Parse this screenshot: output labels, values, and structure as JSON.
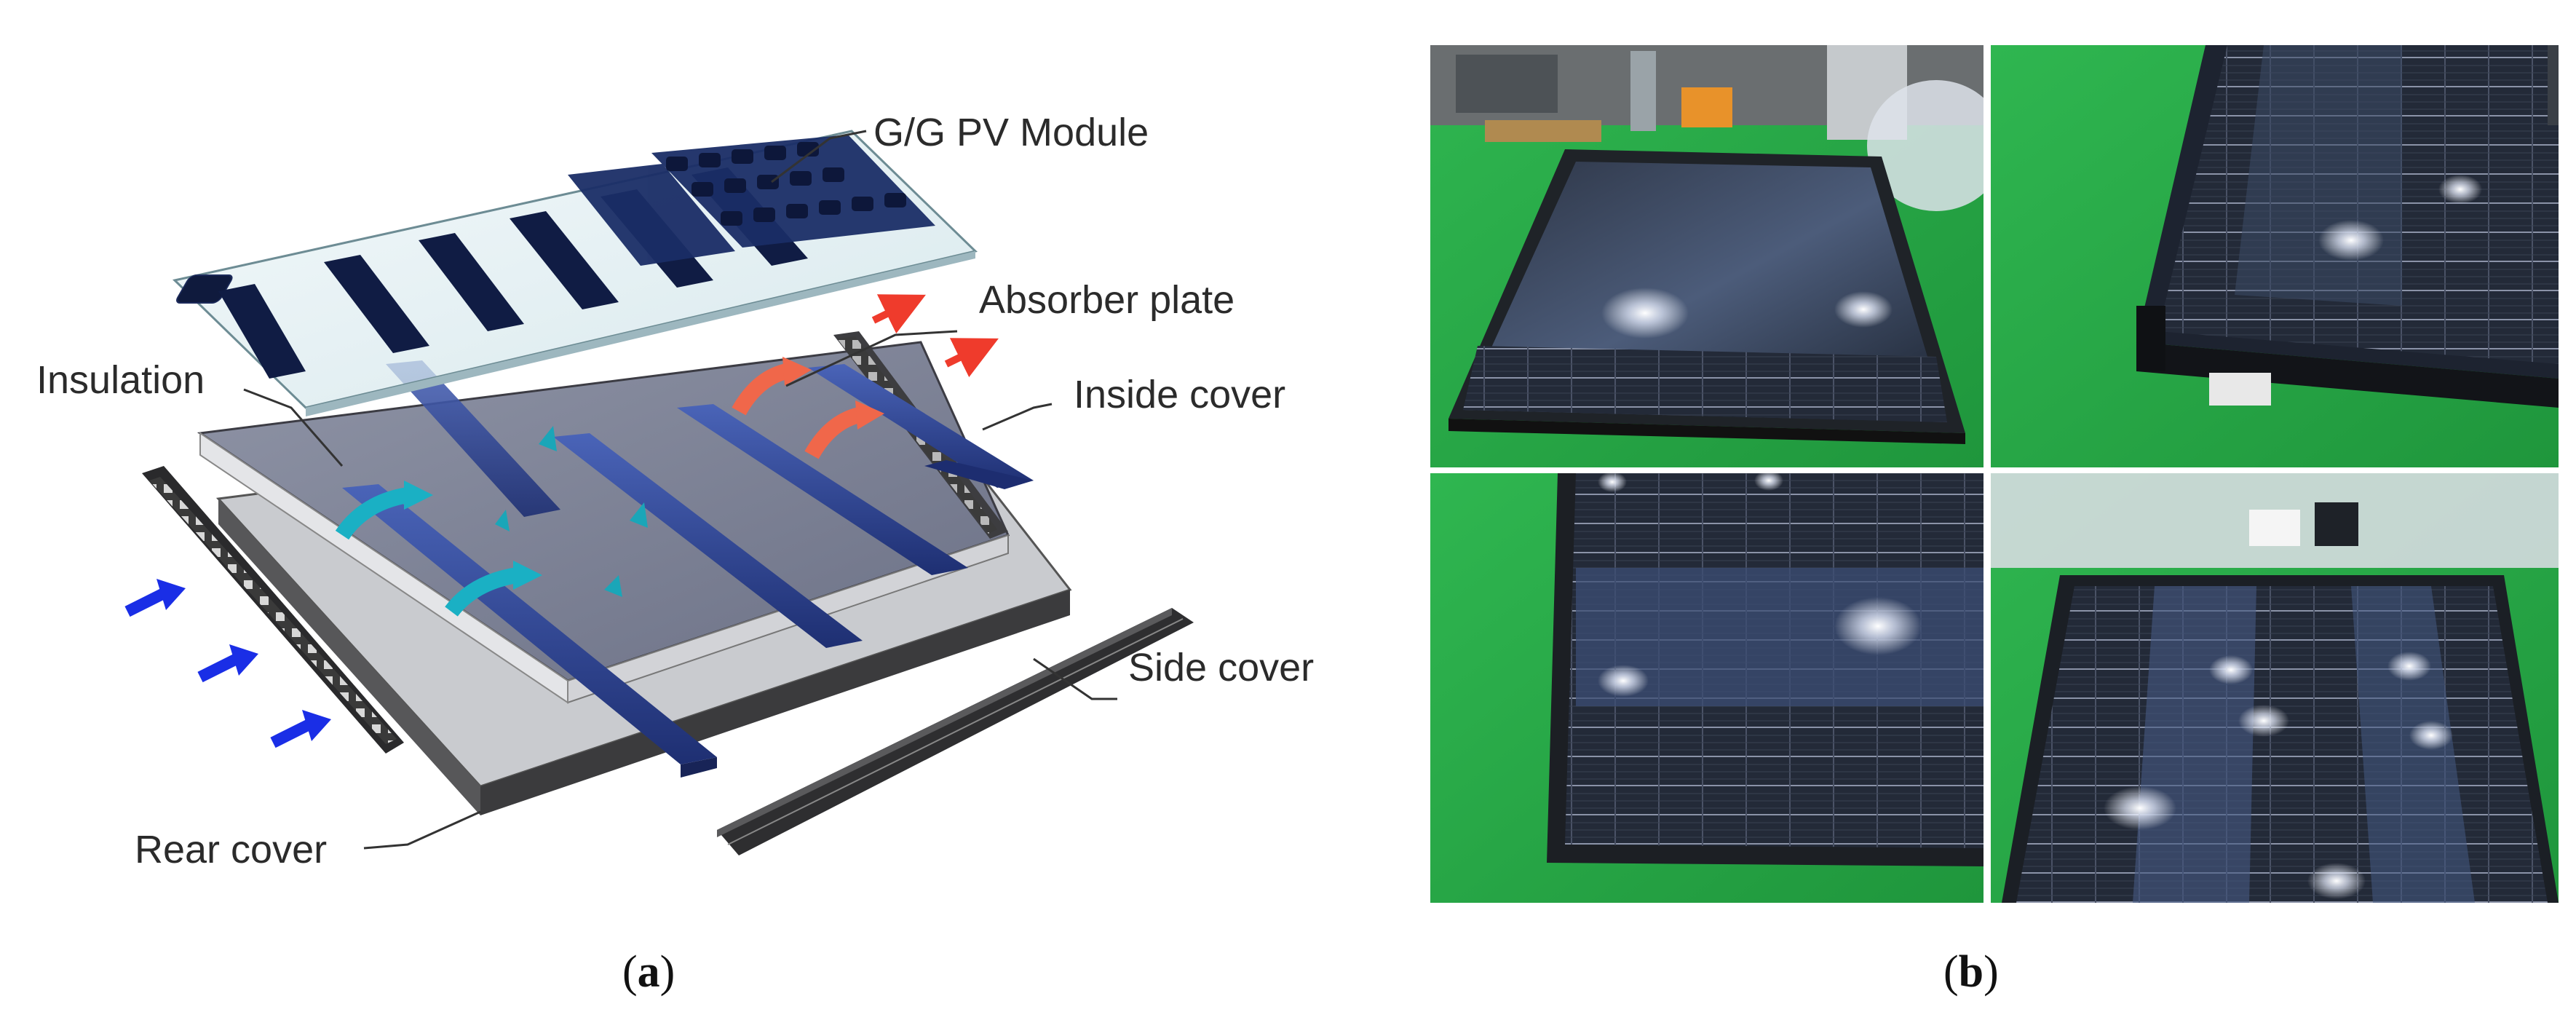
{
  "panel_a": {
    "labels": {
      "pv_module": "G/G PV Module",
      "absorber_plate": "Absorber plate",
      "insulation": "Insulation",
      "inside_cover": "Inside cover",
      "side_cover": "Side cover",
      "rear_cover": "Rear cover"
    },
    "caption_open": "(",
    "caption_letter": "a",
    "caption_close": ")"
  },
  "panel_b": {
    "caption_open": "(",
    "caption_letter": "b",
    "caption_close": ")",
    "photos": [
      "factory-overview-photo",
      "corner-detail-photo",
      "frame-edge-photo",
      "top-view-photo"
    ]
  },
  "colors": {
    "inlet_arrow": "#1a2ee6",
    "heated_flow": "#f0674a",
    "cool_flow": "#1aa6b8",
    "duct": "#2a3f8f",
    "floor_green": "#27a845",
    "module_dark": "#1f2733"
  }
}
